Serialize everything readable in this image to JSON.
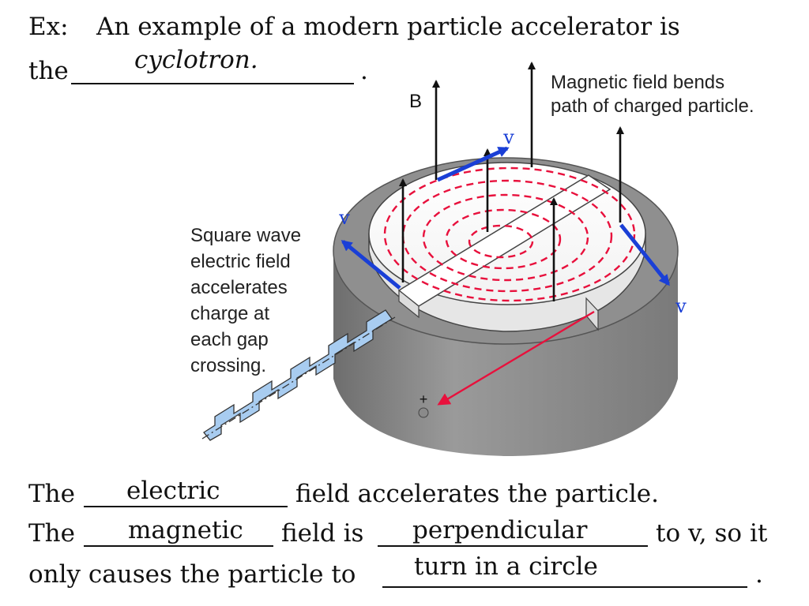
{
  "intro": {
    "prefix": "Ex:",
    "sentence": "An example of a modern particle accelerator is",
    "the": "the",
    "answer": "cyclotron.",
    "end": "."
  },
  "diagram": {
    "b_label": "B",
    "v_label": "v",
    "magnetic_callout": [
      "Magnetic field bends",
      "path of charged particle."
    ],
    "electric_callout": [
      "Square wave",
      "electric field",
      "accelerates",
      "charge at",
      "each gap",
      "crossing."
    ],
    "charge_sign": "+"
  },
  "statements": {
    "line1": {
      "start": "The",
      "answer": "electric",
      "rest": "field accelerates the particle."
    },
    "line2": {
      "start": "The",
      "answer1": "magnetic",
      "middle": "field is",
      "answer2": "perpendicular",
      "end": "to v, so it"
    },
    "line3": {
      "start": "only causes the particle to",
      "answer": "turn in a circle",
      "end": "."
    }
  },
  "colors": {
    "text": "#111111",
    "velocity_arrow": "#1a3fd6",
    "orbit": "#e8103c",
    "path_arrow": "#e8103c",
    "magnet_body": "#8a8a8a",
    "square_wave": "#a8ccf0"
  }
}
